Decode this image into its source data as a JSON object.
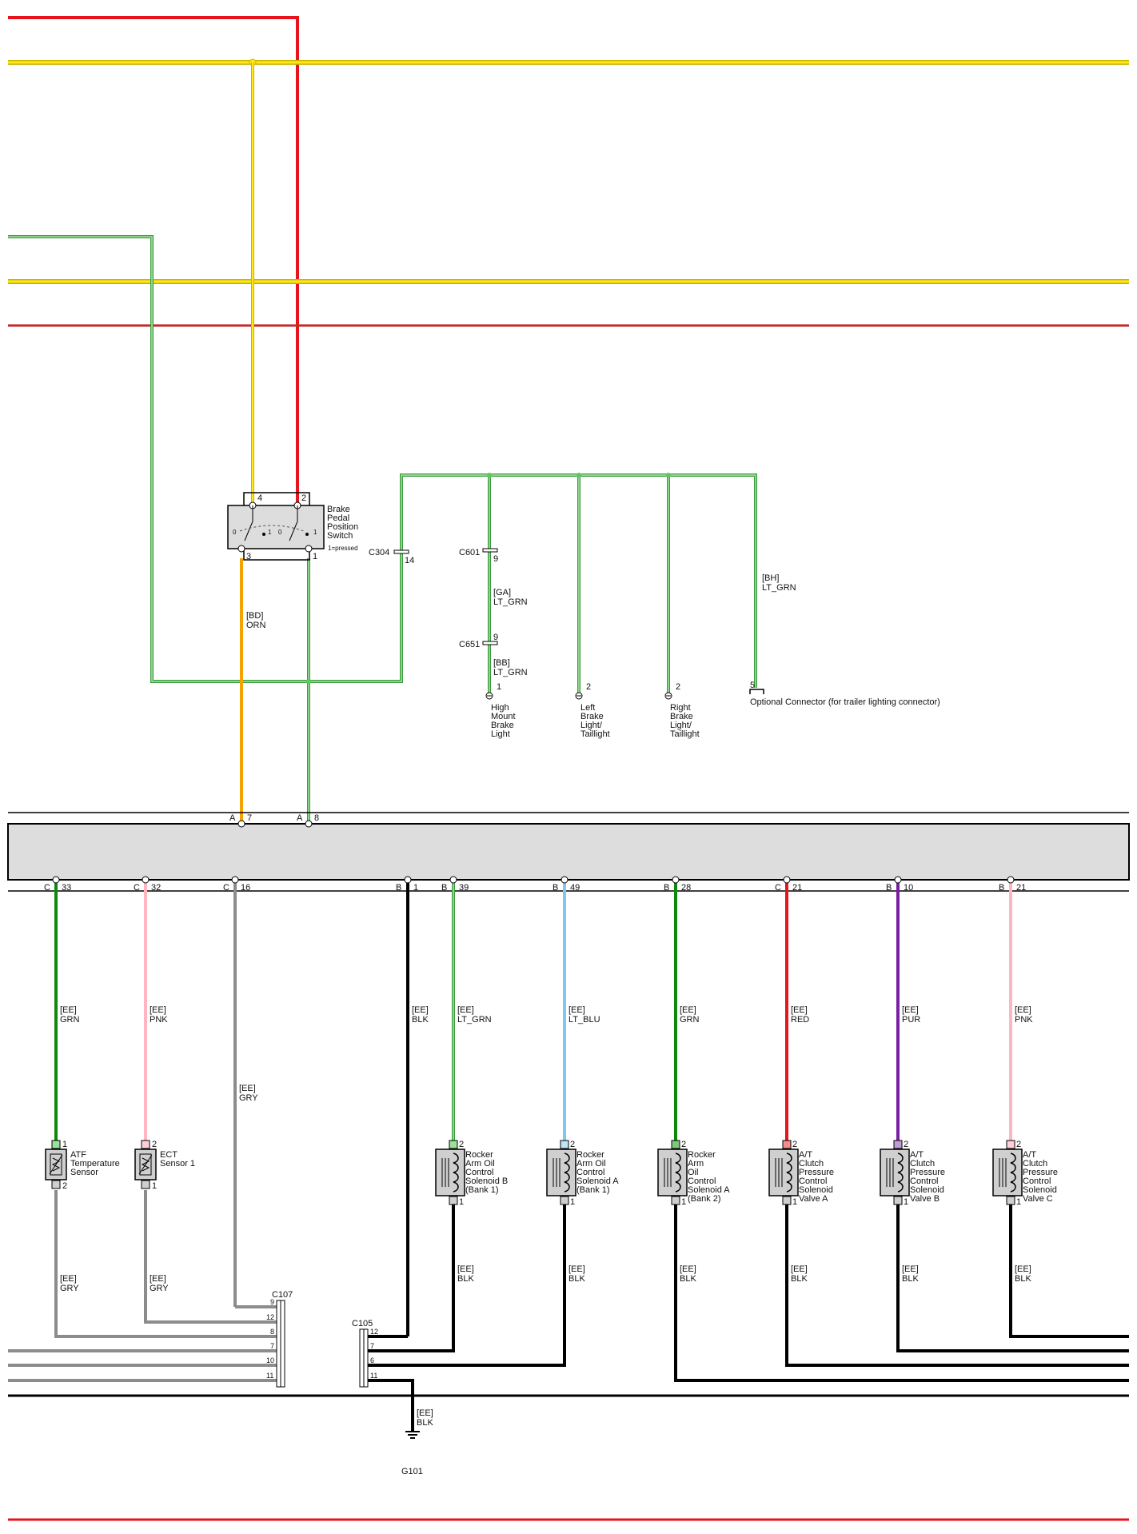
{
  "colors": {
    "red": "#e8141b",
    "dark_red": "#c62828",
    "yellow": "#ffe81a",
    "yellow_edge": "#c9b400",
    "green": "#0d8a0d",
    "lt_grn": "#63c463",
    "lt_grn_edge": "#3a9a3a",
    "orange": "#f5a300",
    "pink": "#ffb6c1",
    "gray": "#8c8c8c",
    "lt_blu": "#7ec8f0",
    "purple": "#7b1fa2",
    "black": "#000000",
    "module_fill": "#dddddd"
  },
  "brake_switch": {
    "name_lines": [
      "Brake",
      "Pedal",
      "Position",
      "Switch"
    ],
    "note": "1=pressed",
    "pin_4": "4",
    "pin_2": "2",
    "pin_3": "3",
    "pin_1": "1",
    "contact_0a": "0",
    "contact_1a": "1",
    "contact_0b": "0",
    "contact_1b": "1"
  },
  "wire_labels": {
    "bd": [
      "[BD]",
      "ORN"
    ],
    "ga": [
      "[GA]",
      "LT_GRN"
    ],
    "bb": [
      "[BB]",
      "LT_GRN"
    ],
    "bh": [
      "[BH]",
      "LT_GRN"
    ]
  },
  "connectors": {
    "c304": "C304",
    "c304_pin": "14",
    "c601": "C601",
    "c601_pin": "9",
    "c651": "C651",
    "c651_pin": "9",
    "c107": "C107",
    "c105": "C105",
    "g101": "G101"
  },
  "lights": [
    {
      "pin": "1",
      "lines": [
        "High",
        "Mount",
        "Brake",
        "Light"
      ]
    },
    {
      "pin": "2",
      "lines": [
        "Left",
        "Brake",
        "Light/",
        "Taillight"
      ]
    },
    {
      "pin": "2",
      "lines": [
        "Right",
        "Brake",
        "Light/",
        "Taillight"
      ]
    }
  ],
  "optional_connector": {
    "pin": "5",
    "label": "Optional Connector (for trailer lighting connector)"
  },
  "module_top_pins": [
    {
      "conn": "A",
      "pin": "7"
    },
    {
      "conn": "A",
      "pin": "8"
    }
  ],
  "module_bottom_pins": [
    {
      "conn": "C",
      "pin": "33"
    },
    {
      "conn": "C",
      "pin": "32"
    },
    {
      "conn": "C",
      "pin": "16"
    },
    {
      "conn": "B",
      "pin": "1"
    },
    {
      "conn": "B",
      "pin": "39"
    },
    {
      "conn": "B",
      "pin": "49"
    },
    {
      "conn": "B",
      "pin": "28"
    },
    {
      "conn": "C",
      "pin": "21"
    },
    {
      "conn": "B",
      "pin": "10"
    },
    {
      "conn": "B",
      "pin": "21"
    }
  ],
  "upper_wire_labels": [
    [
      "[EE]",
      "GRN"
    ],
    [
      "[EE]",
      "PNK"
    ],
    [
      "[EE]",
      "GRY"
    ],
    [
      "[EE]",
      "BLK"
    ],
    [
      "[EE]",
      "LT_GRN"
    ],
    [
      "[EE]",
      "LT_BLU"
    ],
    [
      "[EE]",
      "GRN"
    ],
    [
      "[EE]",
      "RED"
    ],
    [
      "[EE]",
      "PUR"
    ],
    [
      "[EE]",
      "PNK"
    ]
  ],
  "sensors": [
    {
      "pin_top": "1",
      "pin_bottom": "2",
      "lines": [
        "ATF",
        "Temperature",
        "Sensor"
      ]
    },
    {
      "pin_top": "2",
      "pin_bottom": "1",
      "lines": [
        "ECT",
        "Sensor 1"
      ]
    }
  ],
  "solenoids": [
    {
      "pin_top": "2",
      "pin_bottom": "1",
      "lines": [
        "Rocker",
        "Arm Oil",
        "Control",
        "Solenoid B",
        "(Bank 1)"
      ]
    },
    {
      "pin_top": "2",
      "pin_bottom": "1",
      "lines": [
        "Rocker",
        "Arm Oil",
        "Control",
        "Solenoid A",
        "(Bank 1)"
      ]
    },
    {
      "pin_top": "2",
      "pin_bottom": "1",
      "lines": [
        "Rocker",
        "Arm",
        "Oil",
        "Control",
        "Solenoid A",
        "(Bank 2)"
      ]
    },
    {
      "pin_top": "2",
      "pin_bottom": "1",
      "lines": [
        "A/T",
        "Clutch",
        "Pressure",
        "Control",
        "Solenoid",
        "Valve A"
      ]
    },
    {
      "pin_top": "2",
      "pin_bottom": "1",
      "lines": [
        "A/T",
        "Clutch",
        "Pressure",
        "Control",
        "Solenoid",
        "Valve B"
      ]
    },
    {
      "pin_top": "2",
      "pin_bottom": "1",
      "lines": [
        "A/T",
        "Clutch",
        "Pressure",
        "Control",
        "Solenoid",
        "Valve C"
      ]
    }
  ],
  "lower_wire_labels": [
    [
      "[EE]",
      "GRY"
    ],
    [
      "[EE]",
      "GRY"
    ],
    [
      "[EE]",
      "BLK"
    ],
    [
      "[EE]",
      "BLK"
    ],
    [
      "[EE]",
      "BLK"
    ],
    [
      "[EE]",
      "BLK"
    ],
    [
      "[EE]",
      "BLK"
    ],
    [
      "[EE]",
      "BLK"
    ]
  ],
  "ground_label": [
    "[EE]",
    "BLK"
  ],
  "c107_pins": [
    "9",
    "12",
    "8",
    "7",
    "10",
    "11"
  ],
  "c105_pins": [
    "12",
    "7",
    "6",
    "11"
  ]
}
